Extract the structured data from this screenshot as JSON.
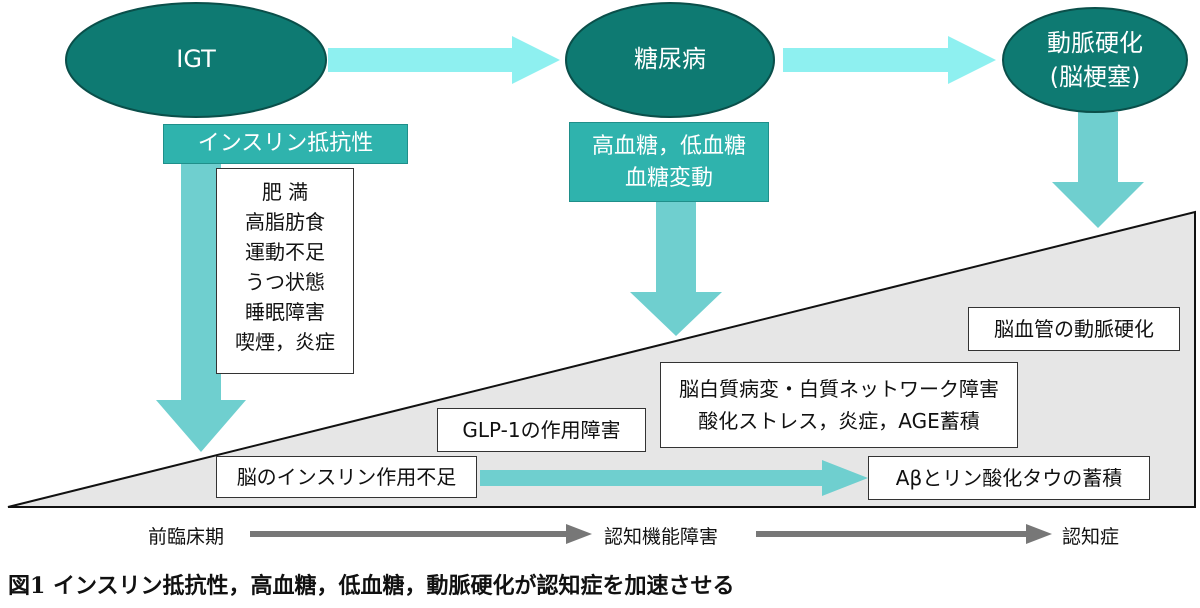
{
  "top_nodes": {
    "igt": "IGT",
    "diabetes": "糖尿病",
    "arteriosclerosis_line1": "動脈硬化",
    "arteriosclerosis_line2": "(脳梗塞)"
  },
  "insulin_resistance": {
    "label": "インスリン抵抗性",
    "factors": [
      "肥 満",
      "高脂肪食",
      "運動不足",
      "うつ状態",
      "睡眠障害",
      "喫煙，炎症"
    ]
  },
  "glycemia": {
    "line1": "高血糖，低血糖",
    "line2": "血糖変動"
  },
  "mechanisms": {
    "brain_insulin": "脳のインスリン作用不足",
    "glp1": "GLP-1の作用障害",
    "white_matter_line1": "脳白質病変・白質ネットワーク障害",
    "white_matter_line2": "酸化ストレス，炎症，AGE蓄積",
    "abeta": "Aβとリン酸化タウの蓄積",
    "cerebrovascular": "脳血管の動脈硬化"
  },
  "stages": {
    "preclinical": "前臨床期",
    "mci": "認知機能障害",
    "dementia": "認知症"
  },
  "caption": "図1 インスリン抵抗性，高血糖，低血糖，動脈硬化が認知症を加速させる",
  "colors": {
    "ellipse_fill": "#0e7a72",
    "teal_box": "#2fb3ad",
    "arrow_light": "#8ef0f0",
    "arrow_mid": "#6fcfcf",
    "triangle_fill": "#e6e6e6",
    "stage_arrow": "#777777"
  }
}
